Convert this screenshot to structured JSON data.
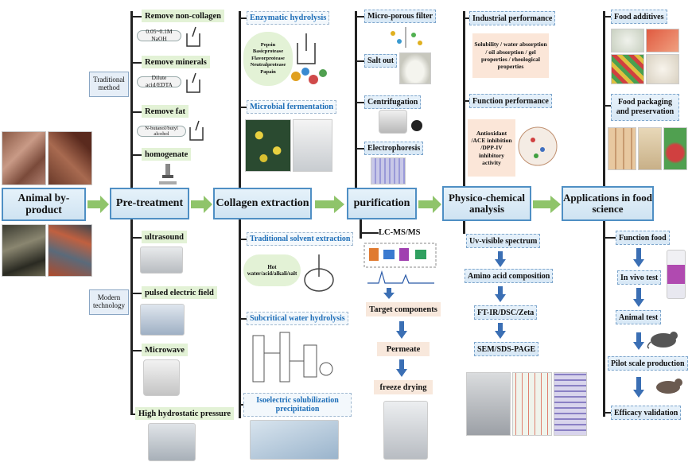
{
  "main_flow": {
    "animal": "Animal by-product",
    "pretreatment": "Pre-treatment",
    "extraction": "Collagen extraction",
    "purification": "purification",
    "physico": "Physico-chemical analysis",
    "applications": "Applications in food science"
  },
  "pretreatment": {
    "traditional_label": "Traditional method",
    "modern_label": "Modern technology",
    "remove_noncollagen": "Remove non-collagen",
    "naoh": "0.05~0.1M NaOH",
    "remove_minerals": "Remove minerals",
    "edta": "Dilute acid/EDTA",
    "remove_fat": "Remove fat",
    "n_butanol": "N-butanol/butyl alcohol",
    "homogenate": "homogenate",
    "ultrasound": "ultrasound",
    "pef": "pulsed electric field",
    "microwave": "Microwave",
    "hhp": "High hydrostatic pressure"
  },
  "extraction": {
    "enzymatic": "Enzymatic hydrolysis",
    "enzymes": [
      "Pepsin",
      "Basicprotease",
      "Flavorprotease",
      "Neutralprotease",
      "Papain"
    ],
    "microbial": "Microbial fermentation",
    "solvent": "Traditional solvent extraction",
    "solvent_bubble": "Hot water/acid/alkali/salt",
    "subcritical": "Subcritical water hydrolysis",
    "isoelectric": "Isoelectric solubilization precipitation"
  },
  "purification": {
    "microporous": "Micro-porous filter",
    "salt_out": "Salt out",
    "centrifugation": "Centrifugation",
    "electrophoresis": "Electrophoresis",
    "lcms": "LC-MS/MS",
    "target": "Target components",
    "permeate": "Permeate",
    "freeze": "freeze drying"
  },
  "physico": {
    "industrial": "Industrial performance",
    "industrial_desc": "Solubility / water absorption / oil absorption / gel properties / rheological properties",
    "function": "Function performance",
    "function_desc": "Antioxidant /ACE inhibition /DPP-IV inhibitory activity",
    "uv": "Uv-visible spectrum",
    "amino": "Amino acid composition",
    "ftir": "FT-IR/DSC/Zeta",
    "sem": "SEM/SDS-PAGE"
  },
  "applications": {
    "additives": "Food additives",
    "packaging": "Food packaging and preservation",
    "function_food": "Function food",
    "in_vivo": "In vivo test",
    "animal_test": "Animal test",
    "pilot": "Pilot scale production",
    "efficacy": "Efficacy validation"
  },
  "colors": {
    "main_border": "#4f8fc4",
    "flow_arrow": "#8fc46a",
    "down_arrow": "#3b6fb4",
    "green_label": "#e3f2d6",
    "blue_text": "#1f6fb8"
  }
}
